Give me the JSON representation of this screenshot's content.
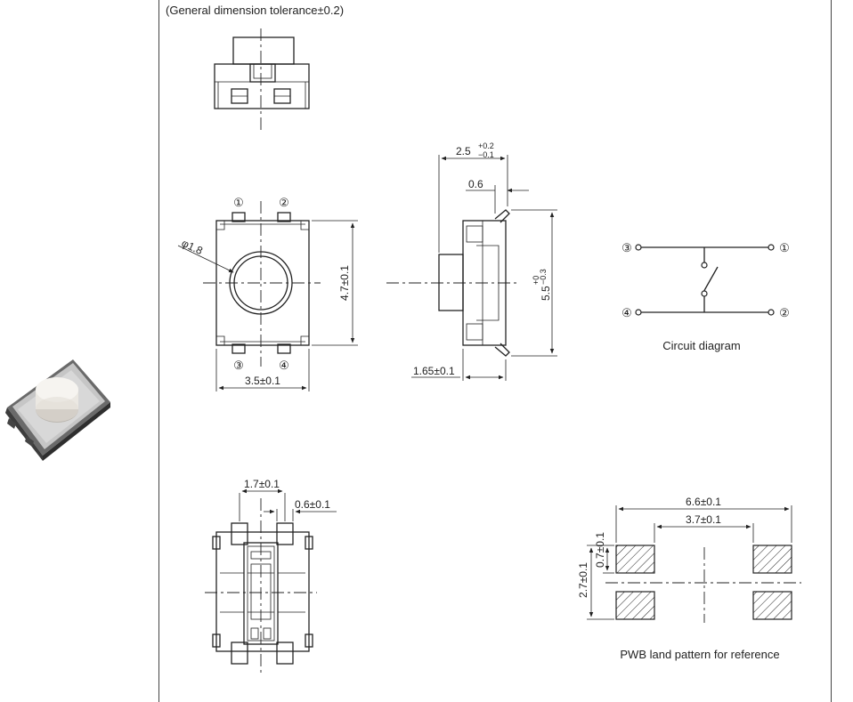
{
  "tolerance_note": "(General dimension tolerance±0.2)",
  "front_view": {
    "pin_labels": [
      "①",
      "②",
      "③",
      "④"
    ],
    "diameter_label": "φ1.8",
    "height_label": "4.7±0.1",
    "width_label": "3.5±0.1"
  },
  "side_view": {
    "depth_label": "2.5",
    "depth_tol_upper": "+0.2",
    "depth_tol_lower": "−0.1",
    "offset_label": "0.6",
    "height_label": "5.5",
    "height_tol_upper": "+0",
    "height_tol_lower": "−0.3",
    "base_label": "1.65±0.1"
  },
  "circuit": {
    "pins": [
      "③",
      "①",
      "④",
      "②"
    ],
    "caption": "Circuit diagram"
  },
  "bottom_view": {
    "pitch_label": "1.7±0.1",
    "pad_label": "0.6±0.1"
  },
  "land_pattern": {
    "outer_width_label": "6.6±0.1",
    "inner_width_label": "3.7±0.1",
    "pad_height_label": "0.7±0.1",
    "total_height_label": "2.7±0.1",
    "caption": "PWB land pattern for reference"
  },
  "colors": {
    "line": "#222222",
    "background": "#ffffff",
    "photo_body": "#5a5a5a",
    "photo_plate": "#c9c9c9",
    "photo_button": "#ece9e3"
  }
}
